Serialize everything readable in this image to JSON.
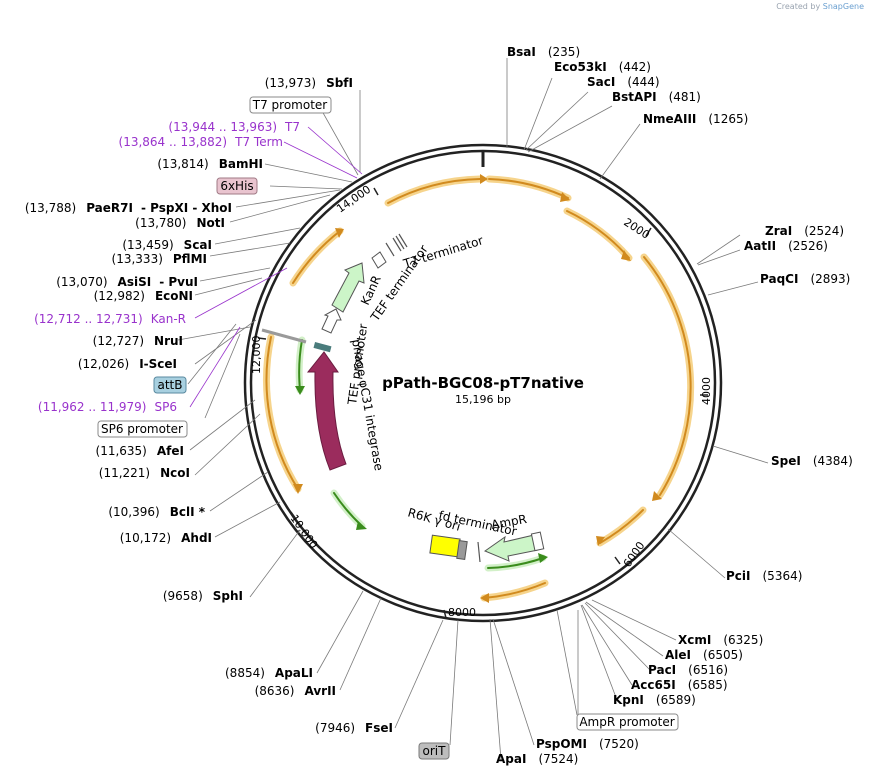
{
  "credit": {
    "prefix": "Created by",
    "brand": "SnapGene"
  },
  "plasmid": {
    "name": "pPath-BGC08-pT7native",
    "length_label": "15,196 bp",
    "length": 15196
  },
  "ticks": [
    "2000",
    "4000",
    "6000",
    "8000",
    "10,000",
    "12,000",
    "14,000"
  ],
  "sites_right": [
    {
      "name": "BsaI",
      "pos": "(235)"
    },
    {
      "name": "Eco53kI",
      "pos": "(442)"
    },
    {
      "name": "SacI",
      "pos": "(444)"
    },
    {
      "name": "BstAPI",
      "pos": "(481)"
    },
    {
      "name": "NmeAIII",
      "pos": "(1265)"
    },
    {
      "name": "ZraI",
      "pos": "(2524)"
    },
    {
      "name": "AatII",
      "pos": "(2526)"
    },
    {
      "name": "PaqCI",
      "pos": "(2893)"
    },
    {
      "name": "SpeI",
      "pos": "(4384)"
    },
    {
      "name": "PciI",
      "pos": "(5364)"
    },
    {
      "name": "XcmI",
      "pos": "(6325)"
    },
    {
      "name": "AleI",
      "pos": "(6505)"
    },
    {
      "name": "PacI",
      "pos": "(6516)"
    },
    {
      "name": "Acc65I",
      "pos": "(6585)"
    },
    {
      "name": "KpnI",
      "pos": "(6589)"
    },
    {
      "name": "PspOMI",
      "pos": "(7520)"
    },
    {
      "name": "ApaI",
      "pos": "(7524)"
    }
  ],
  "sites_left": [
    {
      "name": "SbfI",
      "pos": "(13,973)"
    },
    {
      "name": "BamHI",
      "pos": "(13,814)"
    },
    {
      "name": "PaeR7I",
      "pos": "(13,788)",
      "extra": "- PspXI  - XhoI"
    },
    {
      "name": "NotI",
      "pos": "(13,780)"
    },
    {
      "name": "ScaI",
      "pos": "(13,459)"
    },
    {
      "name": "PflMI",
      "pos": "(13,333)"
    },
    {
      "name": "AsiSI",
      "pos": "(13,070)",
      "extra": "- PvuI"
    },
    {
      "name": "EcoNI",
      "pos": "(12,982)"
    },
    {
      "name": "NruI",
      "pos": "(12,727)"
    },
    {
      "name": "I-SceI",
      "pos": "(12,026)"
    },
    {
      "name": "AfeI",
      "pos": "(11,635)"
    },
    {
      "name": "NcoI",
      "pos": "(11,221)"
    },
    {
      "name": "BclI *",
      "pos": "(10,396)"
    },
    {
      "name": "AhdI",
      "pos": "(10,172)"
    },
    {
      "name": "SphI",
      "pos": "(9658)"
    },
    {
      "name": "ApaLI",
      "pos": "(8854)"
    },
    {
      "name": "AvrII",
      "pos": "(8636)"
    },
    {
      "name": "FseI",
      "pos": "(7946)"
    }
  ],
  "primers": [
    {
      "range": "(13,944 .. 13,963)",
      "name": "T7"
    },
    {
      "range": "(13,864 .. 13,882)",
      "name": "T7 Term"
    },
    {
      "range": "(12,712 .. 12,731)",
      "name": "Kan-R"
    },
    {
      "range": "(11,962 .. 11,979)",
      "name": "SP6"
    }
  ],
  "boxed_features": [
    {
      "name": "T7 promoter"
    },
    {
      "name": "6xHis"
    },
    {
      "name": "attB"
    },
    {
      "name": "SP6 promoter"
    },
    {
      "name": "AmpR promoter"
    },
    {
      "name": "oriT"
    }
  ],
  "inner_features": {
    "t7_terminator": "T7 terminator",
    "tef_terminator": "TEF terminator",
    "kanr": "KanR",
    "tef_promoter": "TEF promoter",
    "integrase": "phage φC31 integrase",
    "fd_terminator": "fd terminator",
    "r6k": "R6K γ ori",
    "ampr": "AmpR"
  },
  "colors": {
    "backbone": "#222222",
    "orf_arrow": "#d18a1e",
    "orf_glow": "#f6d48c",
    "green_arrow": "#3a8c1c",
    "integrase": "#9b2c5d",
    "kanr_fill": "#ccf5c8",
    "r6k": "#ffff00",
    "primer": "#9933cc"
  }
}
